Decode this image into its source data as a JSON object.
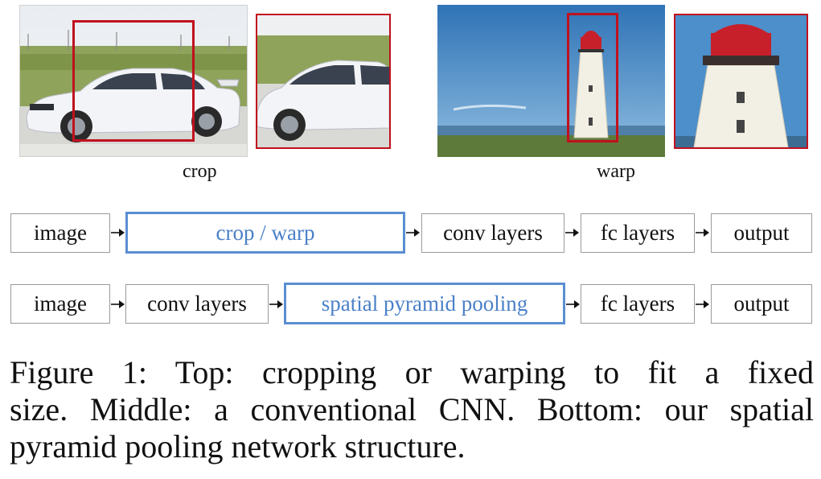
{
  "top": {
    "crop_label": "crop",
    "warp_label": "warp"
  },
  "pipelines": [
    {
      "boxes": [
        {
          "label": "image",
          "highlight": false
        },
        {
          "label": "crop / warp",
          "highlight": true
        },
        {
          "label": "conv layers",
          "highlight": false
        },
        {
          "label": "fc layers",
          "highlight": false
        },
        {
          "label": "output",
          "highlight": false
        }
      ]
    },
    {
      "boxes": [
        {
          "label": "image",
          "highlight": false
        },
        {
          "label": "conv layers",
          "highlight": false
        },
        {
          "label": "spatial pyramid pooling",
          "highlight": true
        },
        {
          "label": "fc layers",
          "highlight": false
        },
        {
          "label": "output",
          "highlight": false
        }
      ]
    }
  ],
  "caption": {
    "line1": "Figure 1: Top: cropping or warping to fit a fixed",
    "line2": "size. Middle: a conventional CNN. Bottom: our spatial",
    "line3": "pyramid pooling network structure."
  },
  "colors": {
    "highlight_border": "#5b8ed2",
    "highlight_text": "#4a80c8",
    "crop_box": "#c0111d"
  }
}
